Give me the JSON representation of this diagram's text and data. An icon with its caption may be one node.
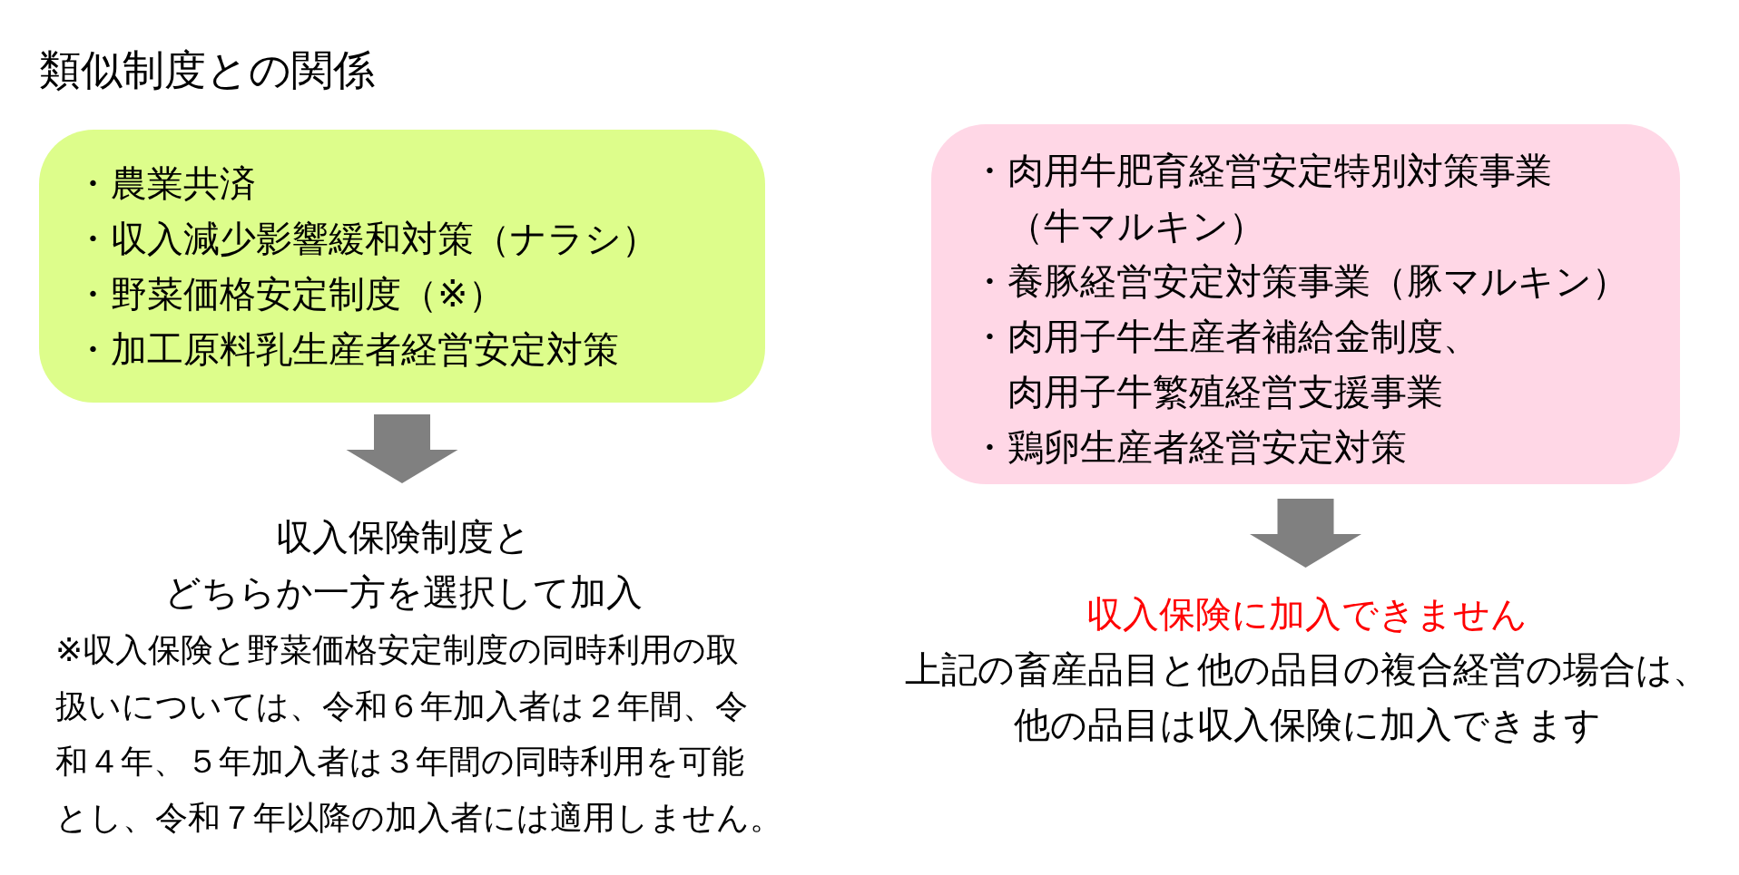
{
  "diagram": {
    "title": "類似制度との関係",
    "nodes": [
      {
        "text": [
          "・農業共済",
          "・収入減少影響緩和対策（ナラシ）",
          "・野菜価格安定制度（※）",
          "・加工原料乳生産者経営安定対策"
        ]
      },
      {
        "text": [
          "・肉用牛肥育経営安定特別対策事業（牛マルキン）",
          "・養豚経営安定対策事業（豚マルキン）",
          "・肉用子牛生産者補給金制度、肉用子牛繁殖経営支援事業",
          "・鶏卵生産者経営安定対策"
        ]
      },
      {
        "text": [
          "収入保険制度とどちらか一方を選択して加入"
        ]
      },
      {
        "text": [
          "収入保険に加入できません",
          "上記の畜産品目と他の品目の複合経営の場合は、他の品目は収入保険に加入できます"
        ]
      }
    ],
    "edges": [
      {
        "from": 0,
        "to": 2,
        "arrow": "to"
      },
      {
        "from": 1,
        "to": 3,
        "arrow": "to"
      }
    ],
    "labels": [
      "※収入保険と野菜価格安定制度の同時利用の取扱いについては、令和６年加入者は２年間、令和４年、５年加入者は３年間の同時利用を可能とし、令和７年以降の加入者には適用しません。"
    ]
  }
}
